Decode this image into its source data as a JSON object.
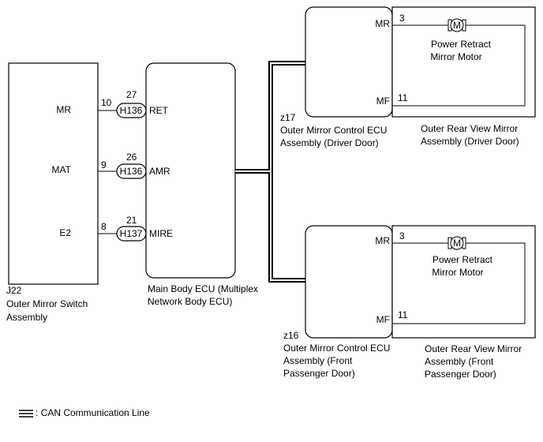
{
  "switch": {
    "code": "J22",
    "name_line1": "Outer Mirror Switch",
    "name_line2": "Assembly",
    "pins": [
      {
        "label": "MR",
        "num": "10"
      },
      {
        "label": "MAT",
        "num": "9"
      },
      {
        "label": "E2",
        "num": "8"
      }
    ]
  },
  "connectors": [
    {
      "name": "H136",
      "num": "27",
      "pin": "RET"
    },
    {
      "name": "H136",
      "num": "26",
      "pin": "AMR"
    },
    {
      "name": "H137",
      "num": "21",
      "pin": "MIRE"
    }
  ],
  "main_ecu": {
    "name_line1": "Main Body ECU (Multiplex",
    "name_line2": "Network Body ECU)"
  },
  "driver_ecu": {
    "code": "z17",
    "name_line1": "Outer Mirror Control ECU",
    "name_line2": "Assembly (Driver Door)",
    "pin_top": "MR",
    "pin_bottom": "MF"
  },
  "passenger_ecu": {
    "code": "z16",
    "name_line1": "Outer Mirror Control ECU",
    "name_line2": "Assembly (Front",
    "name_line3": "Passenger Door)",
    "pin_top": "MR",
    "pin_bottom": "MF"
  },
  "driver_mirror": {
    "pin_top": "3",
    "pin_bottom": "11",
    "motor_symbol": "M",
    "motor_line1": "Power Retract",
    "motor_line2": "Mirror Motor",
    "name_line1": "Outer Rear View Mirror",
    "name_line2": "Assembly (Driver Door)"
  },
  "passenger_mirror": {
    "pin_top": "3",
    "pin_bottom": "11",
    "motor_symbol": "M",
    "motor_line1": "Power Retract",
    "motor_line2": "Mirror Motor",
    "name_line1": "Outer Rear View Mirror",
    "name_line2": "Assembly (Front",
    "name_line3": "Passenger Door)"
  },
  "legend": {
    "can_label": ": CAN Communication Line"
  }
}
